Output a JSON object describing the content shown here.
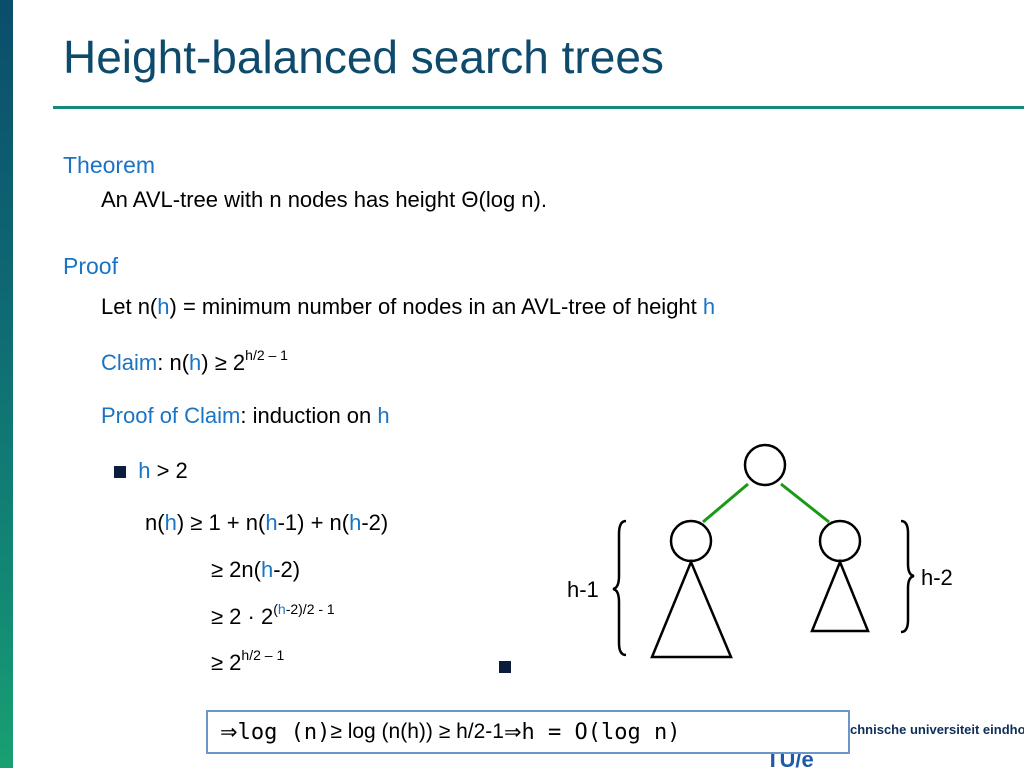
{
  "title": "Height-balanced search trees",
  "theorem": {
    "label": "Theorem",
    "text": "An AVL-tree with n nodes has height Θ(log n)."
  },
  "proof": {
    "label": "Proof",
    "let_prefix": "Let n(",
    "h": "h",
    "let_suffix": ") = minimum number of nodes in an AVL-tree of height ",
    "claim_label": "Claim",
    "claim_prefix": ": n(",
    "claim_mid": ") ≥ 2",
    "claim_exp": "h/2 – 1",
    "poc_label": "Proof of Claim",
    "poc_text": ": induction on ",
    "bullet_rest": " > 2",
    "lines": {
      "l1_a": "n(",
      "l1_b": ")  ≥  1 + n(",
      "l1_c": "-1) + n(",
      "l1_d": "-2)",
      "l2_a": "≥  2n(",
      "l2_b": "-2)",
      "l3_a": "≥  2 · 2",
      "l3_exp_a": "(",
      "l3_exp_b": "-2)/2 - 1",
      "l4_a": "≥  2",
      "l4_exp": "h/2 – 1"
    }
  },
  "diagram": {
    "left_label": "h-1",
    "right_label": "h-2",
    "edge_color": "#1a9a14"
  },
  "conclusion": {
    "arrow": "⇒",
    "log_n": " log (n) ",
    "mid": "≥ log (n(h)) ≥ h/2-1 ",
    "result": " h = O(log n)"
  },
  "logo": {
    "text": "chnische universiteit eindhoven",
    "mark": "TU/e"
  },
  "colors": {
    "title": "#0d4a6b",
    "accent_blue": "#1a74c6",
    "rule": "#138b7a",
    "box_border": "#6c96c7"
  }
}
